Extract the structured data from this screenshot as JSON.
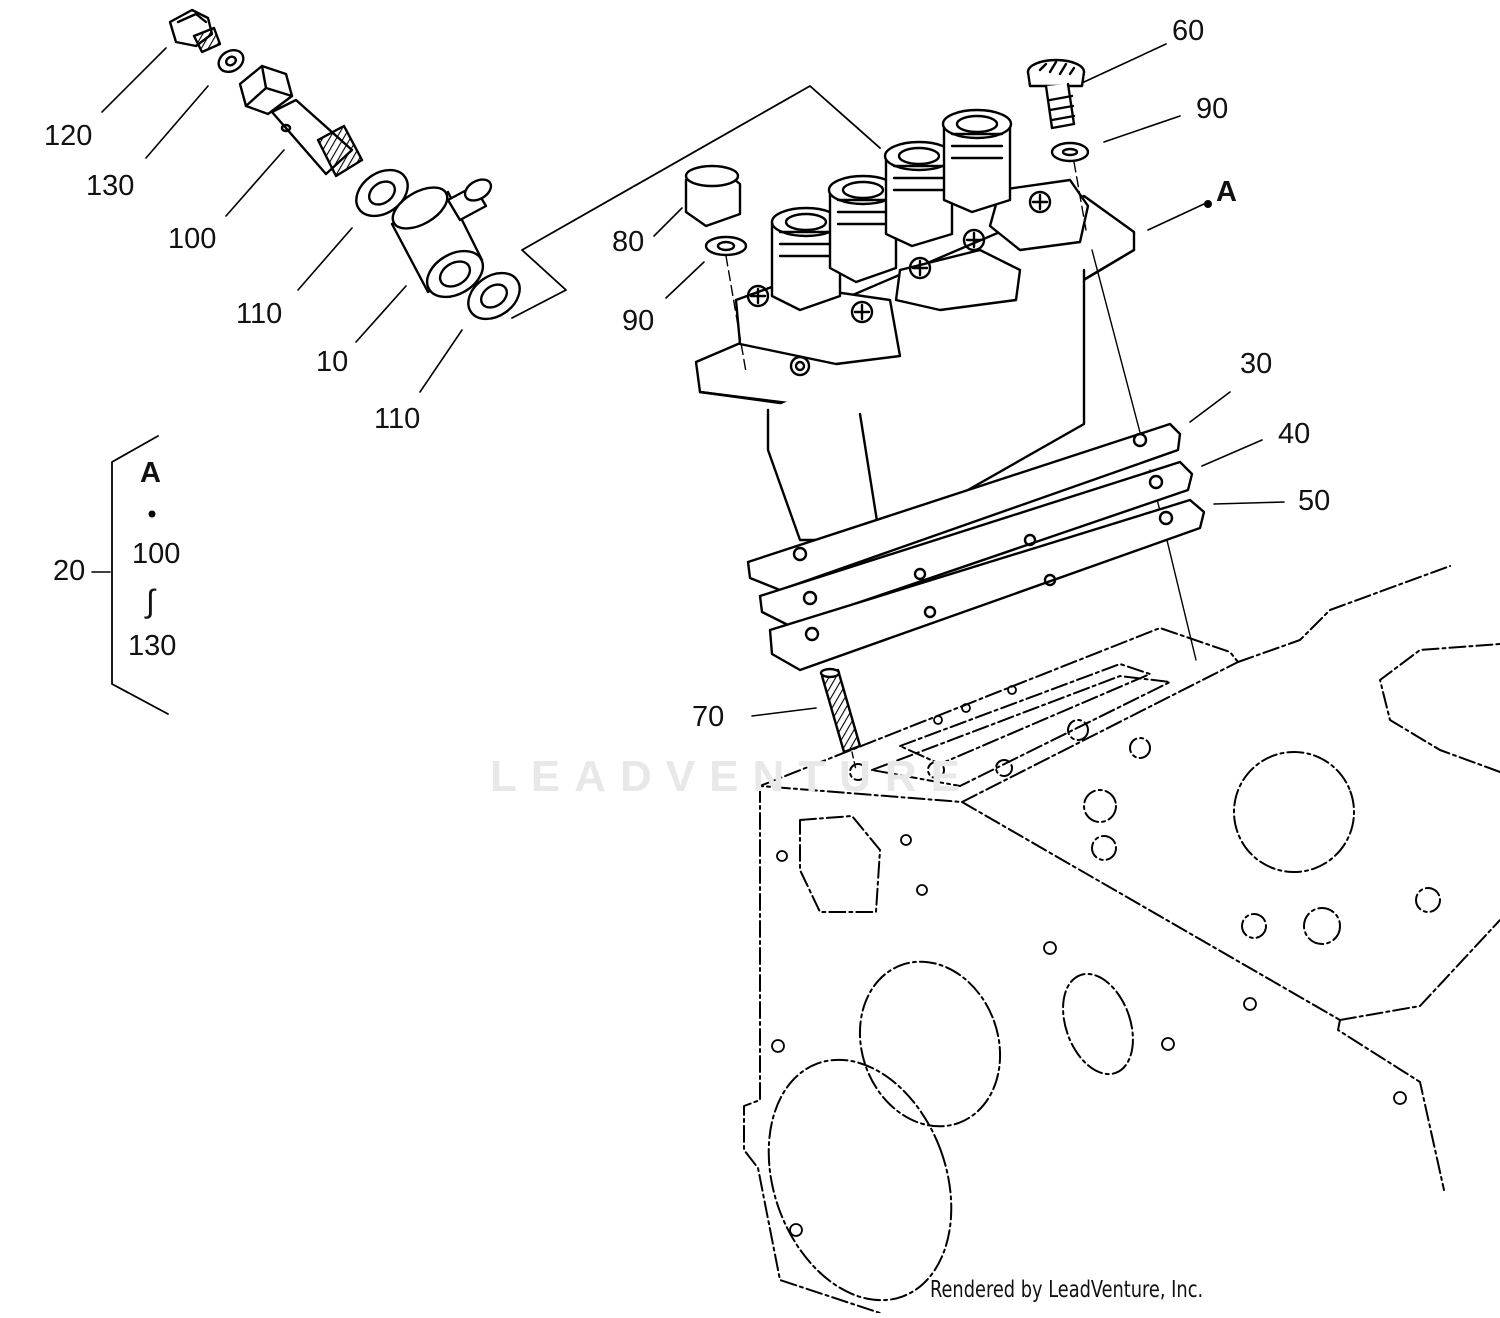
{
  "callouts": {
    "c10": "10",
    "c20": "20",
    "c30": "30",
    "c40": "40",
    "c50": "50",
    "c60": "60",
    "c70": "70",
    "c80": "80",
    "c90_top": "90",
    "c90_left": "90",
    "c100": "100",
    "c110_upper": "110",
    "c110_lower": "110",
    "c120": "120",
    "c130": "130"
  },
  "ref_point": "A",
  "kit_bracket": {
    "ref": "A",
    "from": "100",
    "tilde": "∫",
    "to": "130"
  },
  "watermark": "LEADVENTURE",
  "footer": "Rendered by LeadVenture, Inc."
}
